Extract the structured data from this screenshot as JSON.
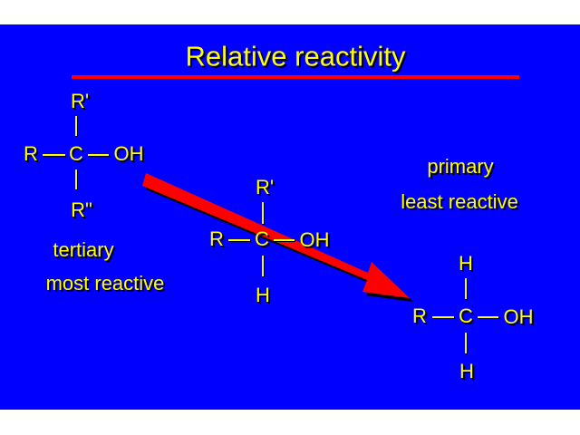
{
  "title": "Relative reactivity",
  "tertiary": {
    "top": "R'",
    "left": "R",
    "center": "C",
    "right": "OH",
    "bottom": "R\"",
    "label1": "tertiary",
    "label2": "most reactive"
  },
  "secondary": {
    "top": "R'",
    "left": "R",
    "center": "C",
    "right": "OH",
    "bottom": "H"
  },
  "primary": {
    "top": "H",
    "left": "R",
    "center": "C",
    "right": "OH",
    "bottom": "H",
    "label1": "primary",
    "label2": "least reactive"
  },
  "colors": {
    "background": "#0000ff",
    "text": "#ffff00",
    "accent": "#ff0000"
  }
}
